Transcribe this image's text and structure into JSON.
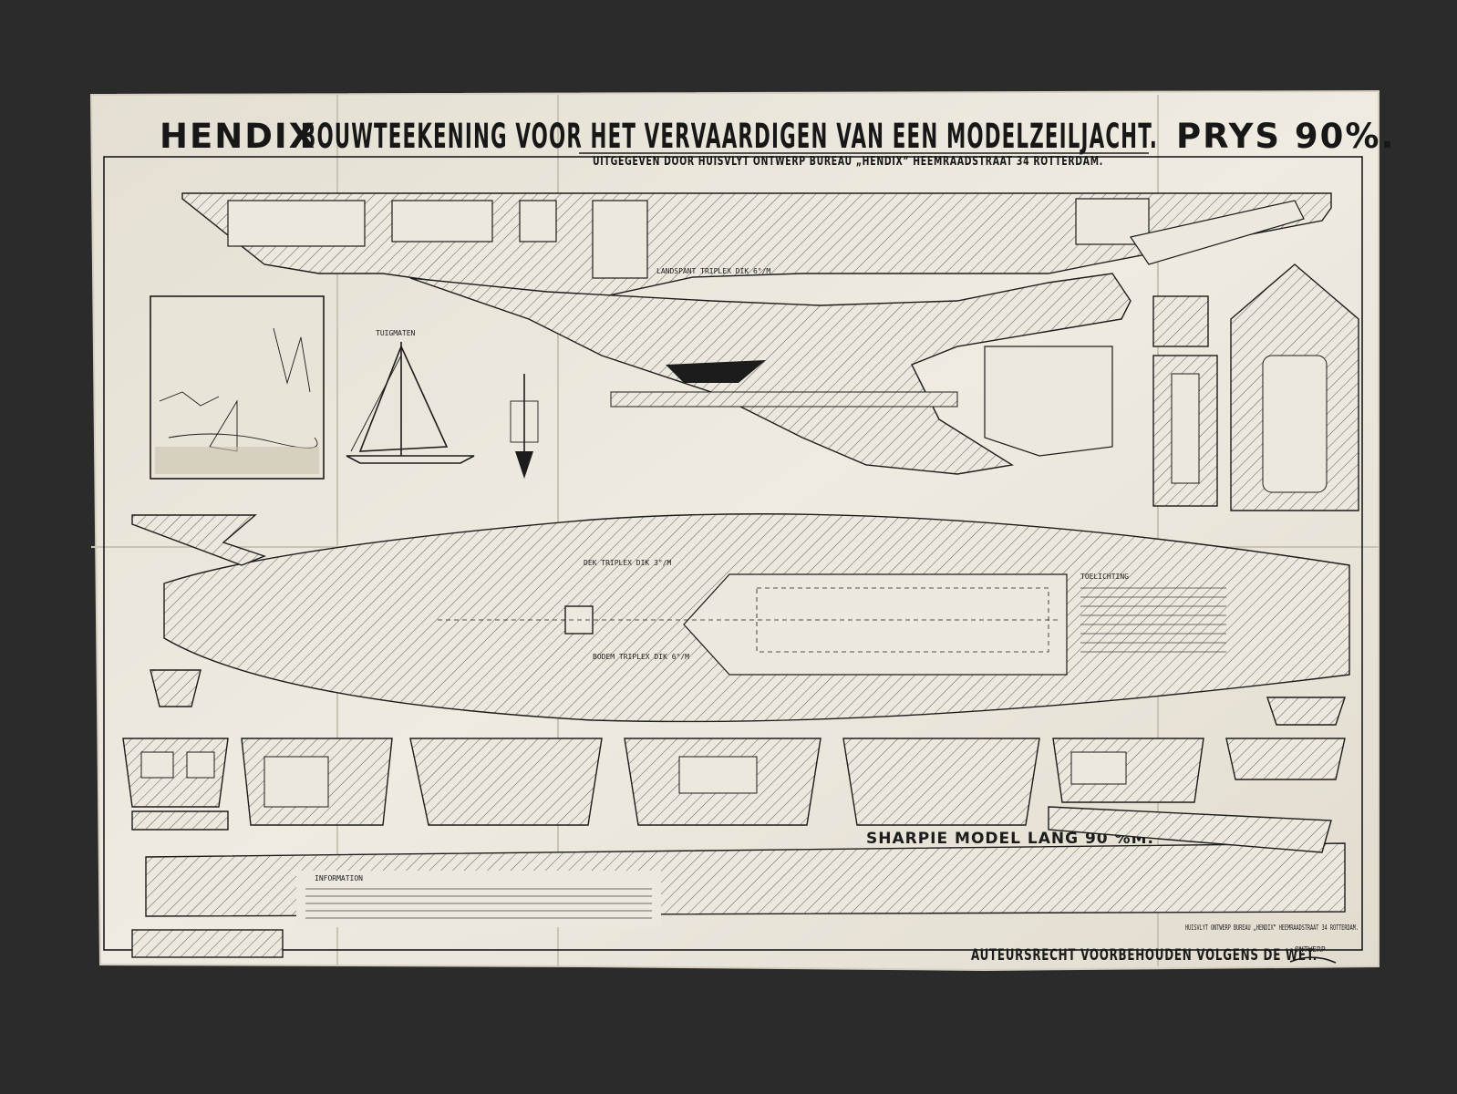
{
  "title": {
    "left": "HENDIX",
    "main": "BOUWTEEKENING VOOR HET VERVAARDIGEN VAN EEN MODELZEILJACHT.",
    "price": "PRYS 90%."
  },
  "subtitle": "UITGEGEVEN DOOR HUISVLYT ONTWERP BUREAU „HENDIX” HEEMRAADSTRAAT 34 ROTTERDAM.",
  "labels": {
    "landspant": "LANDSPANT TRIPLEX DIK 6°/M",
    "dek": "DEK TRIPLEX DIK 3°/M",
    "bodem": "BODEM TRIPLEX DIK 6°/M",
    "toelichting": "TOELICHTING",
    "information": "INFORMATION",
    "tuigmaten": "TUIGMATEN",
    "sharpie": "SHARPIE MODEL LANG 90 %M.",
    "copyright": "AUTEURSRECHT VOORBEHOUDEN VOLGENS DE WET.",
    "ontwerp": "ONTWERP",
    "publisher_block": "HUISVLYT ONTWERP BUREAU „HENDIX” HEEMRAADSTRAAT 34 ROTTERDAM."
  },
  "colors": {
    "background": "#2b2b2b",
    "paper": "#ece8dd",
    "ink": "#1c1c1c"
  }
}
